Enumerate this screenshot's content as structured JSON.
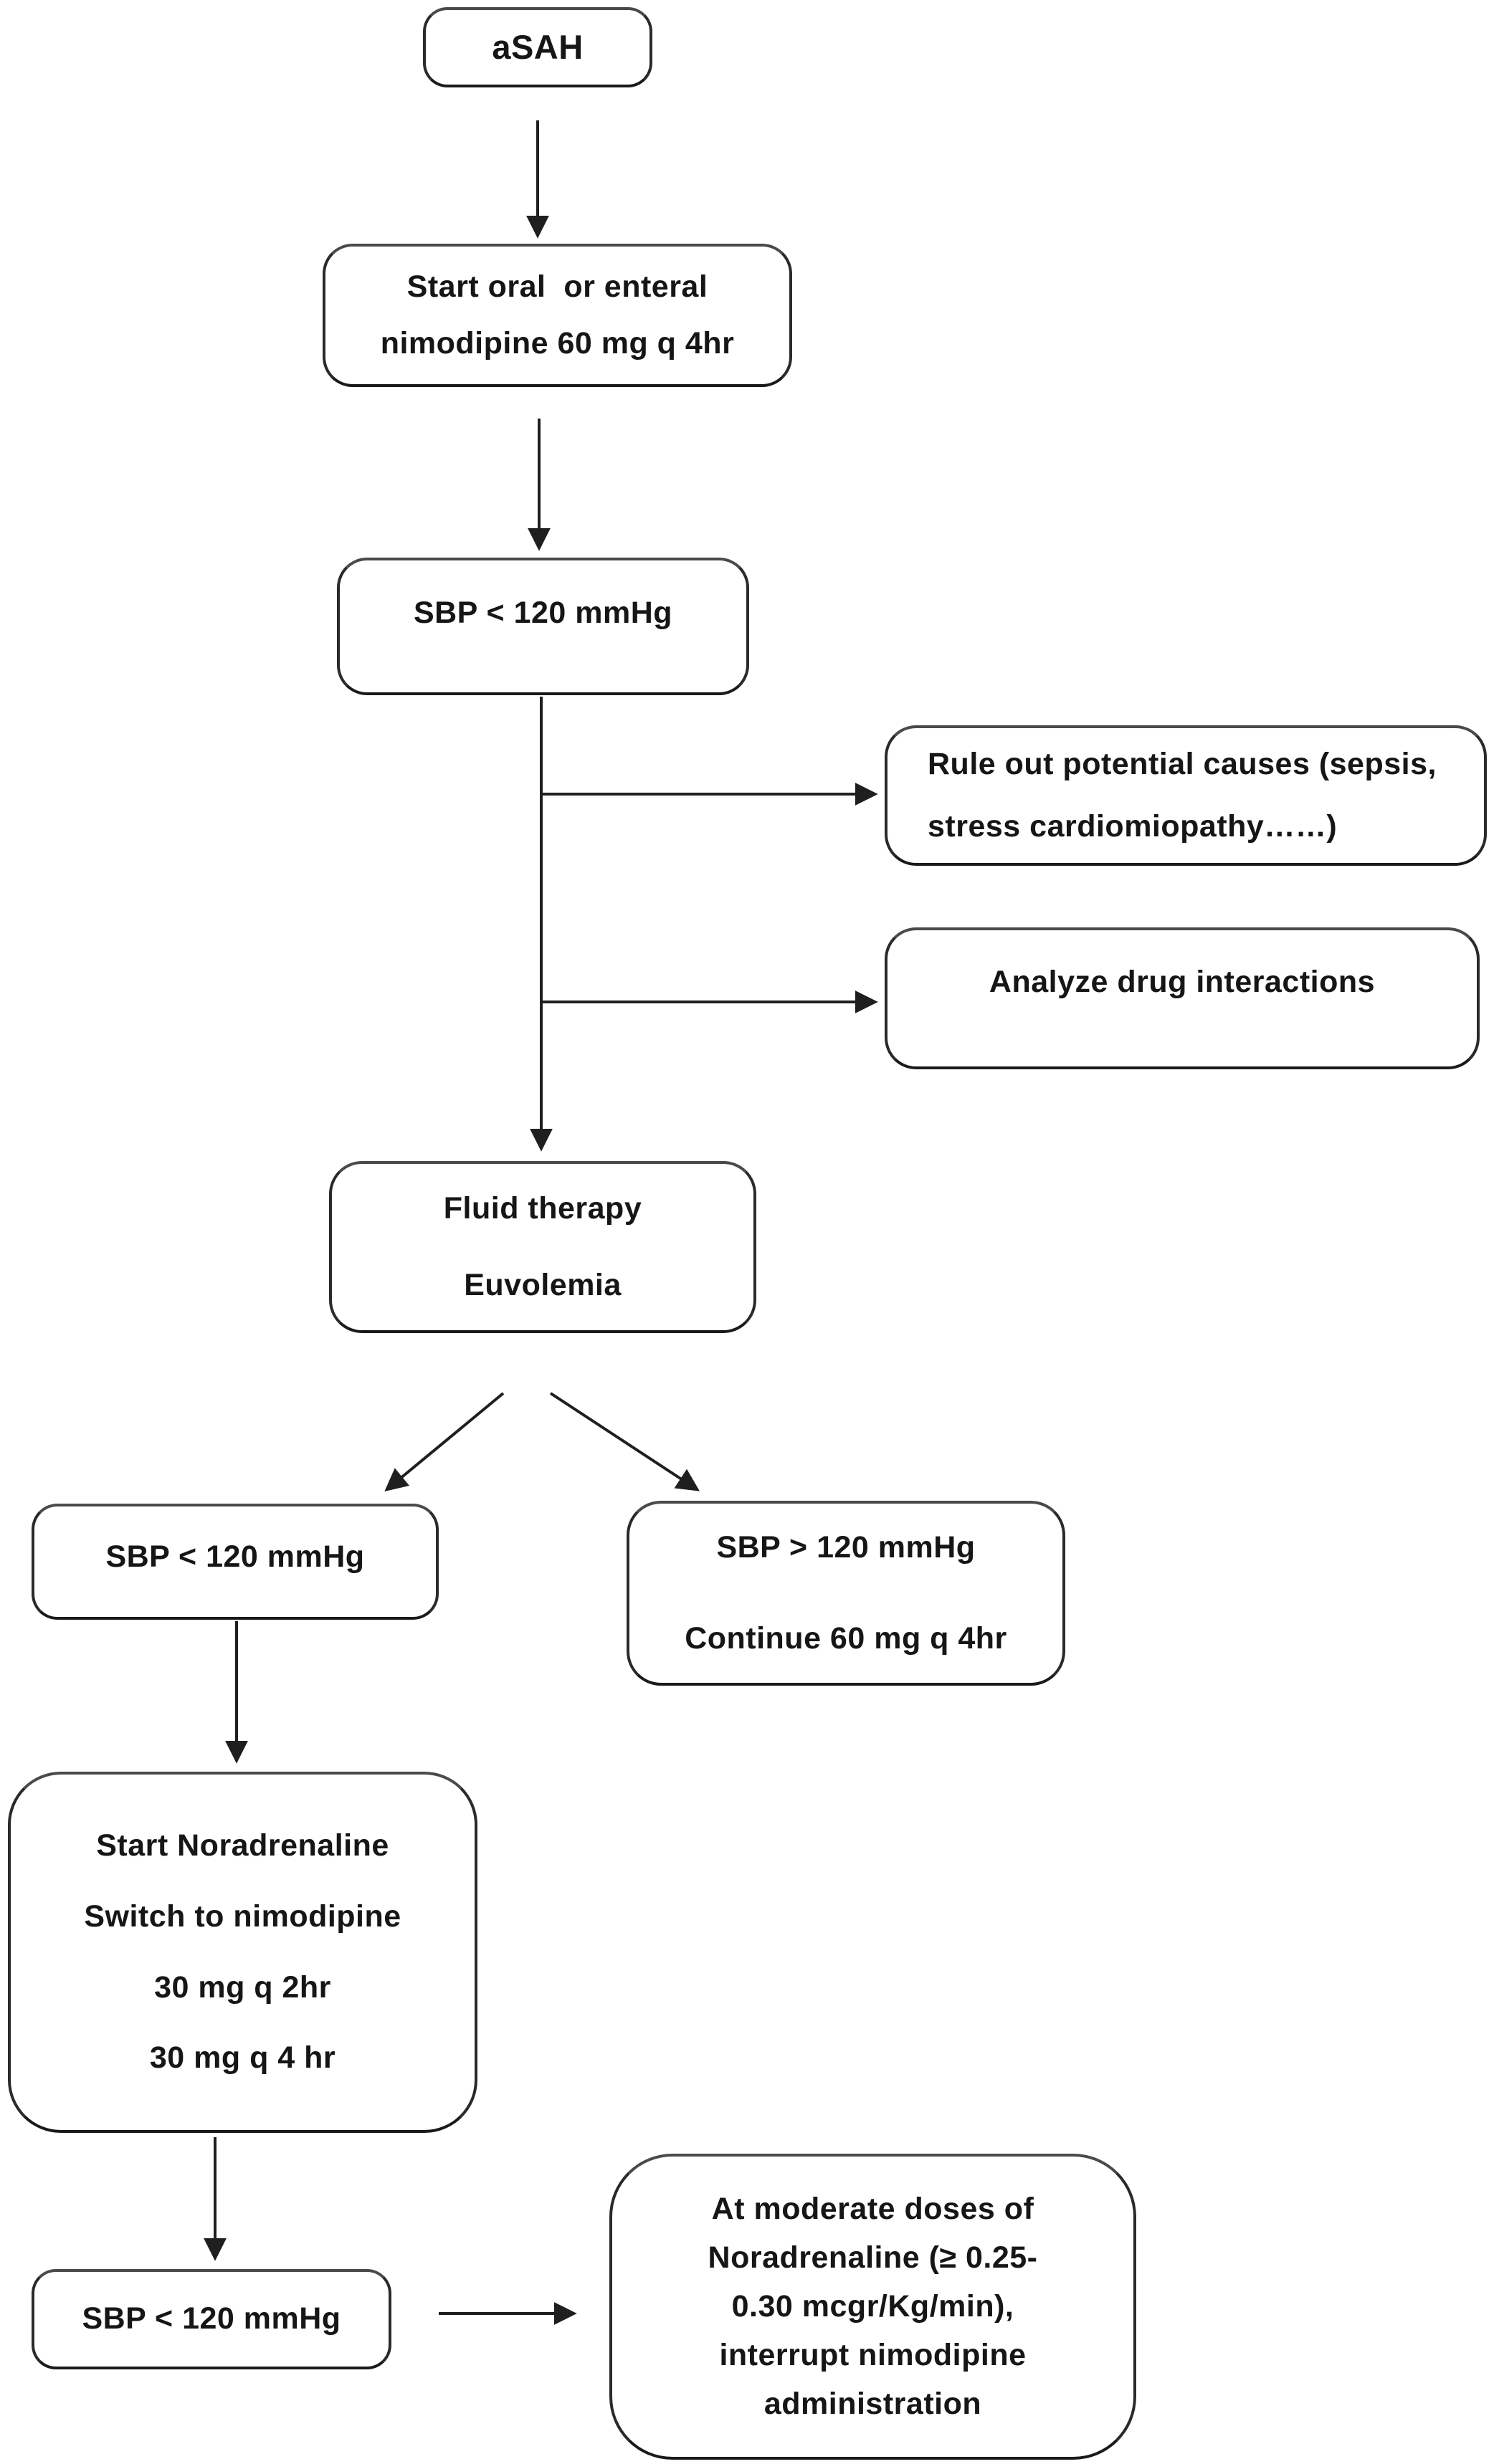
{
  "figure": {
    "type": "flowchart",
    "background_color": "#ffffff",
    "line_color": "#1f1f1f",
    "nodes": {
      "asah": {
        "lines": [
          "aSAH"
        ]
      },
      "start_nimodipine": {
        "lines": [
          "Start oral  or enteral",
          "nimodipine 60 mg q 4hr"
        ]
      },
      "sbp_low_1": {
        "lines": [
          "SBP < 120 mmHg"
        ]
      },
      "rule_out": {
        "lines": [
          "Rule out potential causes (sepsis,",
          "stress cardiomiopathy……)"
        ]
      },
      "analyze": {
        "lines": [
          "Analyze drug interactions"
        ]
      },
      "fluid": {
        "lines": [
          "Fluid therapy",
          "Euvolemia"
        ]
      },
      "sbp_low_2": {
        "lines": [
          "SBP < 120 mmHg"
        ]
      },
      "sbp_high": {
        "lines": [
          "SBP > 120 mmHg",
          "Continue 60 mg q 4hr"
        ]
      },
      "noradrenaline": {
        "lines": [
          "Start Noradrenaline",
          "Switch to nimodipine",
          "30 mg q 2hr",
          "30 mg q 4 hr"
        ]
      },
      "sbp_low_3": {
        "lines": [
          "SBP < 120 mmHg"
        ]
      },
      "moderate_dose": {
        "lines": [
          "At moderate doses of",
          "Noradrenaline (≥ 0.25-",
          "0.30 mcgr/Kg/min),",
          "interrupt nimodipine",
          "administration"
        ]
      }
    }
  }
}
